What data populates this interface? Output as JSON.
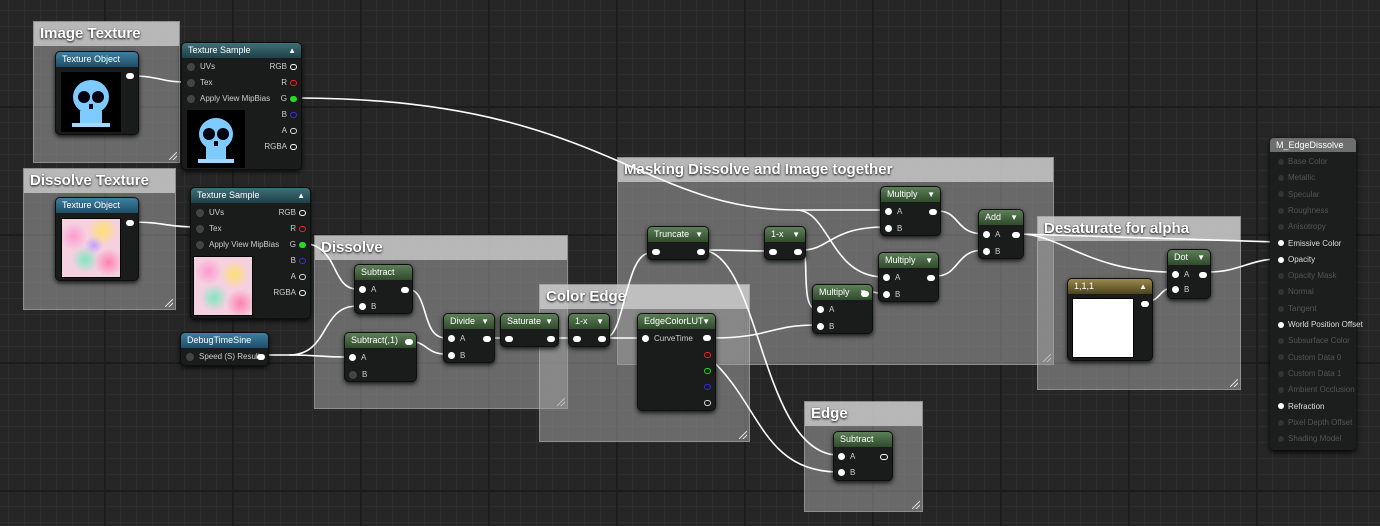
{
  "comments": {
    "image_texture": "Image Texture",
    "dissolve_texture": "Dissolve Texture",
    "dissolve": "Dissolve",
    "color_edge": "Color Edge",
    "masking": "Masking Dissolve and Image together",
    "desaturate": "Desaturate for alpha",
    "edge": "Edge"
  },
  "nodes": {
    "texture_object": "Texture Object",
    "texture_sample": "Texture Sample",
    "debug_time_sine": "DebugTimeSine",
    "subtract": "Subtract",
    "subtract1": "Subtract(,1)",
    "divide": "Divide",
    "saturate": "Saturate",
    "one_minus_x": "1-x",
    "edge_color_lut": "EdgeColorLUT",
    "truncate": "Truncate",
    "multiply": "Multiply",
    "add": "Add",
    "dot": "Dot",
    "constant": "1,1,1",
    "material": "M_EdgeDissolve"
  },
  "pins": {
    "uvs": "UVs",
    "tex": "Tex",
    "apply_view_mip_bias": "Apply View MipBias",
    "rgb": "RGB",
    "r": "R",
    "g": "G",
    "b": "B",
    "a": "A",
    "rgba": "RGBA",
    "in_a": "A",
    "in_b": "B",
    "speed_result": "Speed (S) Result",
    "curve_time": "CurveTime"
  },
  "material_inputs": [
    {
      "label": "Base Color",
      "active": false
    },
    {
      "label": "Metallic",
      "active": false
    },
    {
      "label": "Specular",
      "active": false
    },
    {
      "label": "Roughness",
      "active": false
    },
    {
      "label": "Anisotropy",
      "active": false
    },
    {
      "label": "Emissive Color",
      "active": true
    },
    {
      "label": "Opacity",
      "active": true
    },
    {
      "label": "Opacity Mask",
      "active": false
    },
    {
      "label": "Normal",
      "active": false
    },
    {
      "label": "Tangent",
      "active": false
    },
    {
      "label": "World Position Offset",
      "active": true
    },
    {
      "label": "Subsurface Color",
      "active": false
    },
    {
      "label": "Custom Data 0",
      "active": false
    },
    {
      "label": "Custom Data 1",
      "active": false
    },
    {
      "label": "Ambient Occlusion",
      "active": false
    },
    {
      "label": "Refraction",
      "active": true
    },
    {
      "label": "Pixel Depth Offset",
      "active": false
    },
    {
      "label": "Shading Model",
      "active": false
    }
  ],
  "icons": {
    "collapse": "chevron-up-icon",
    "dropdown": "chevron-down-icon"
  }
}
